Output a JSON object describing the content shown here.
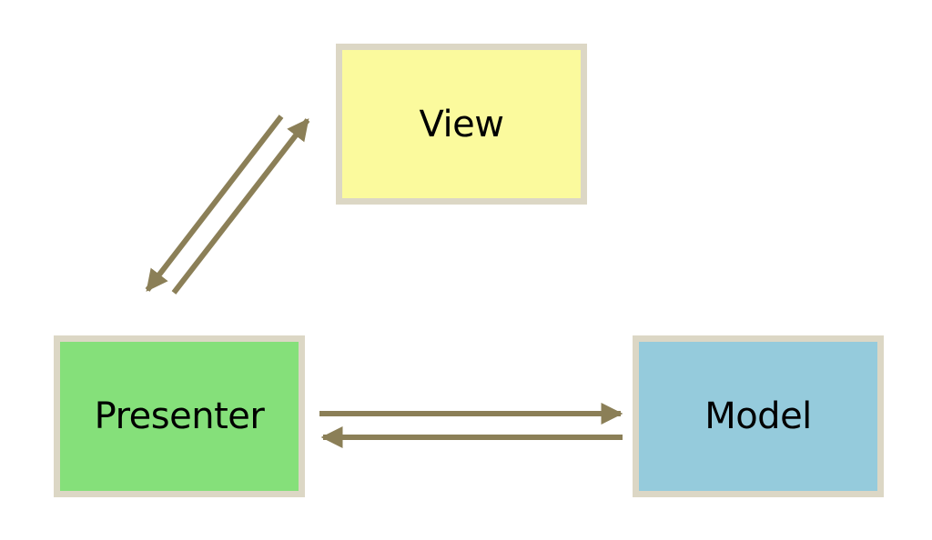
{
  "diagram": {
    "nodes": {
      "view": {
        "label": "View",
        "fill": "#fbfa9d"
      },
      "presenter": {
        "label": "Presenter",
        "fill": "#85e07a"
      },
      "model": {
        "label": "Model",
        "fill": "#95cbdc"
      }
    },
    "colors": {
      "border": "#dcd7c5",
      "arrow": "#8b7f57"
    },
    "edges": [
      {
        "from": "view",
        "to": "presenter"
      },
      {
        "from": "presenter",
        "to": "view"
      },
      {
        "from": "presenter",
        "to": "model"
      },
      {
        "from": "model",
        "to": "presenter"
      }
    ]
  }
}
